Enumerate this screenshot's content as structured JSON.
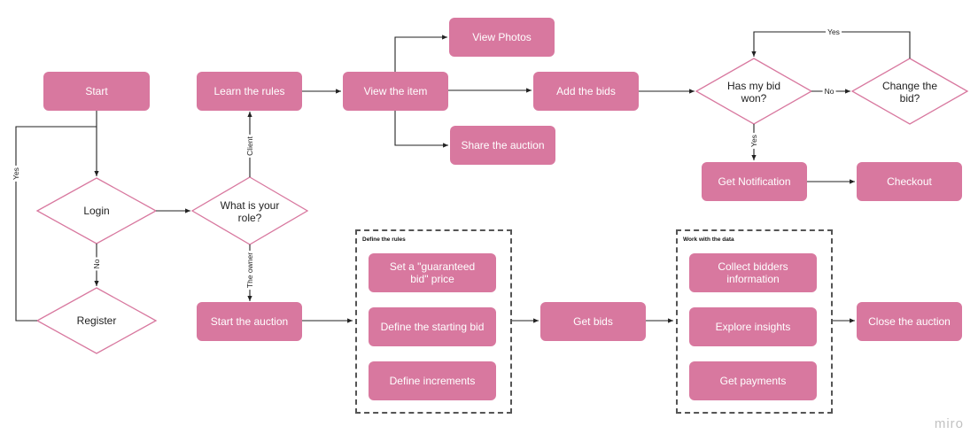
{
  "colors": {
    "box": "#d8789f",
    "diamond_stroke": "#d8789f",
    "line": "#222222"
  },
  "nodes": {
    "start": "Start",
    "login": "Login",
    "register": "Register",
    "learn_rules": "Learn the rules",
    "role": "What is your role?",
    "start_auction": "Start the auction",
    "view_item": "View the item",
    "view_photos": "View Photos",
    "share_auction": "Share the auction",
    "add_bids": "Add the bids",
    "has_won": "Has my bid won?",
    "change_bid": "Change the bid?",
    "get_notification": "Get Notification",
    "checkout": "Checkout",
    "guaranteed_price": "Set a \"guaranteed bid\" price",
    "starting_bid": "Define the starting bid",
    "increments": "Define increments",
    "get_bids": "Get bids",
    "collect_info": "Collect bidders information",
    "explore_insights": "Explore insights",
    "get_payments": "Get payments",
    "close_auction": "Close the auction"
  },
  "groups": {
    "define_rules": "Define the rules",
    "work_with_data": "Work with the data"
  },
  "edge_labels": {
    "login_yes": "Yes",
    "login_no": "No",
    "client": "Client",
    "owner": "The owner",
    "won_no": "No",
    "won_yes": "Yes",
    "change_yes": "Yes"
  },
  "brand": "miro"
}
